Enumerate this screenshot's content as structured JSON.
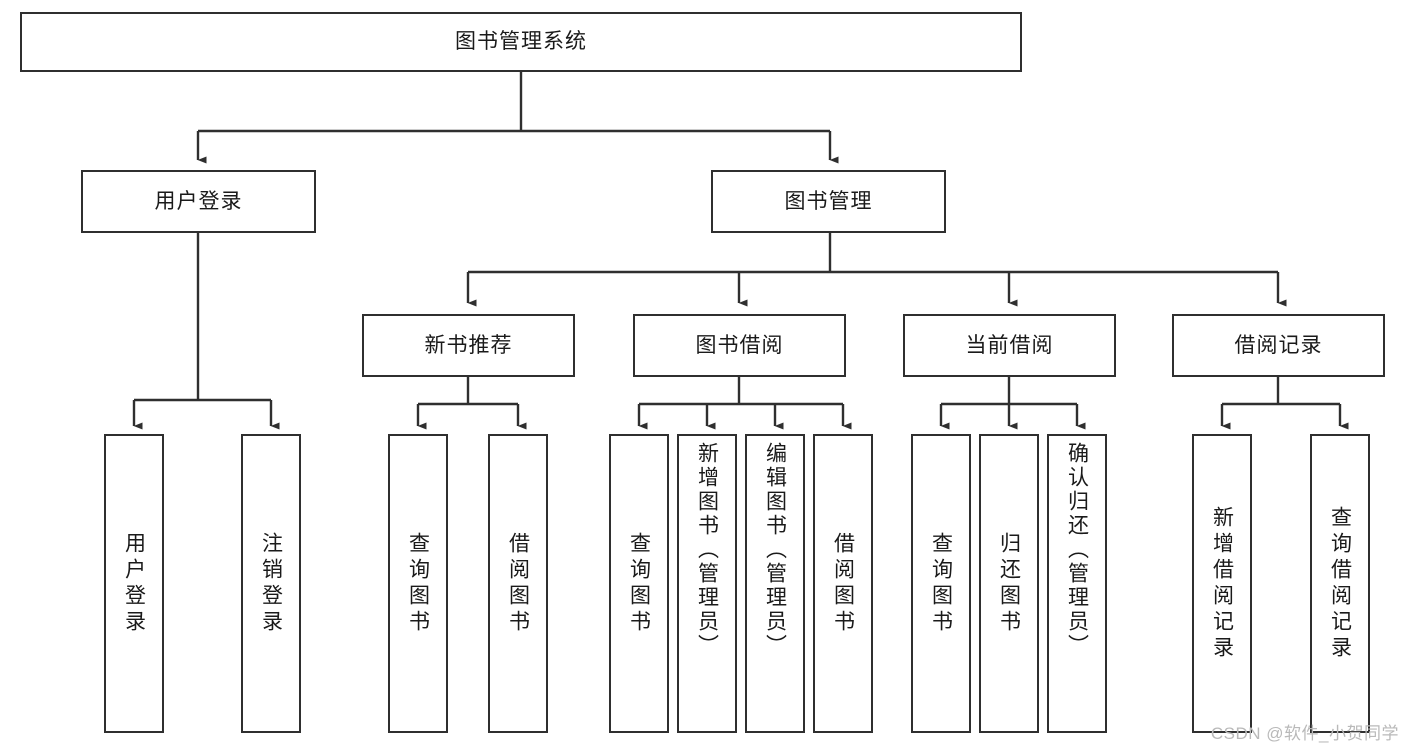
{
  "diagram": {
    "title": "图书管理系统",
    "type": "hierarchy-tree",
    "colors": {
      "border": "#2f2f2f",
      "background": "#ffffff",
      "text": "#1a1a1a",
      "watermark": "#b9b9b9"
    },
    "root": {
      "label": "图书管理系统"
    },
    "level2": [
      {
        "label": "用户登录"
      },
      {
        "label": "图书管理"
      }
    ],
    "level3": [
      {
        "label": "新书推荐"
      },
      {
        "label": "图书借阅"
      },
      {
        "label": "当前借阅"
      },
      {
        "label": "借阅记录"
      }
    ],
    "leaves": {
      "user_login": [
        {
          "label": "用户登录"
        },
        {
          "label": "注销登录"
        }
      ],
      "new_book": [
        {
          "label": "查询图书"
        },
        {
          "label": "借阅图书"
        }
      ],
      "borrow": [
        {
          "label": "查询图书"
        },
        {
          "label": "新增图书（管理员）"
        },
        {
          "label": "编辑图书（管理员）"
        },
        {
          "label": "借阅图书"
        }
      ],
      "current": [
        {
          "label": "查询图书"
        },
        {
          "label": "归还图书"
        },
        {
          "label": "确认归还（管理员）"
        }
      ],
      "records": [
        {
          "label": "新增借阅记录"
        },
        {
          "label": "查询借阅记录"
        }
      ]
    },
    "watermark": "CSDN @软件_小贺同学"
  }
}
